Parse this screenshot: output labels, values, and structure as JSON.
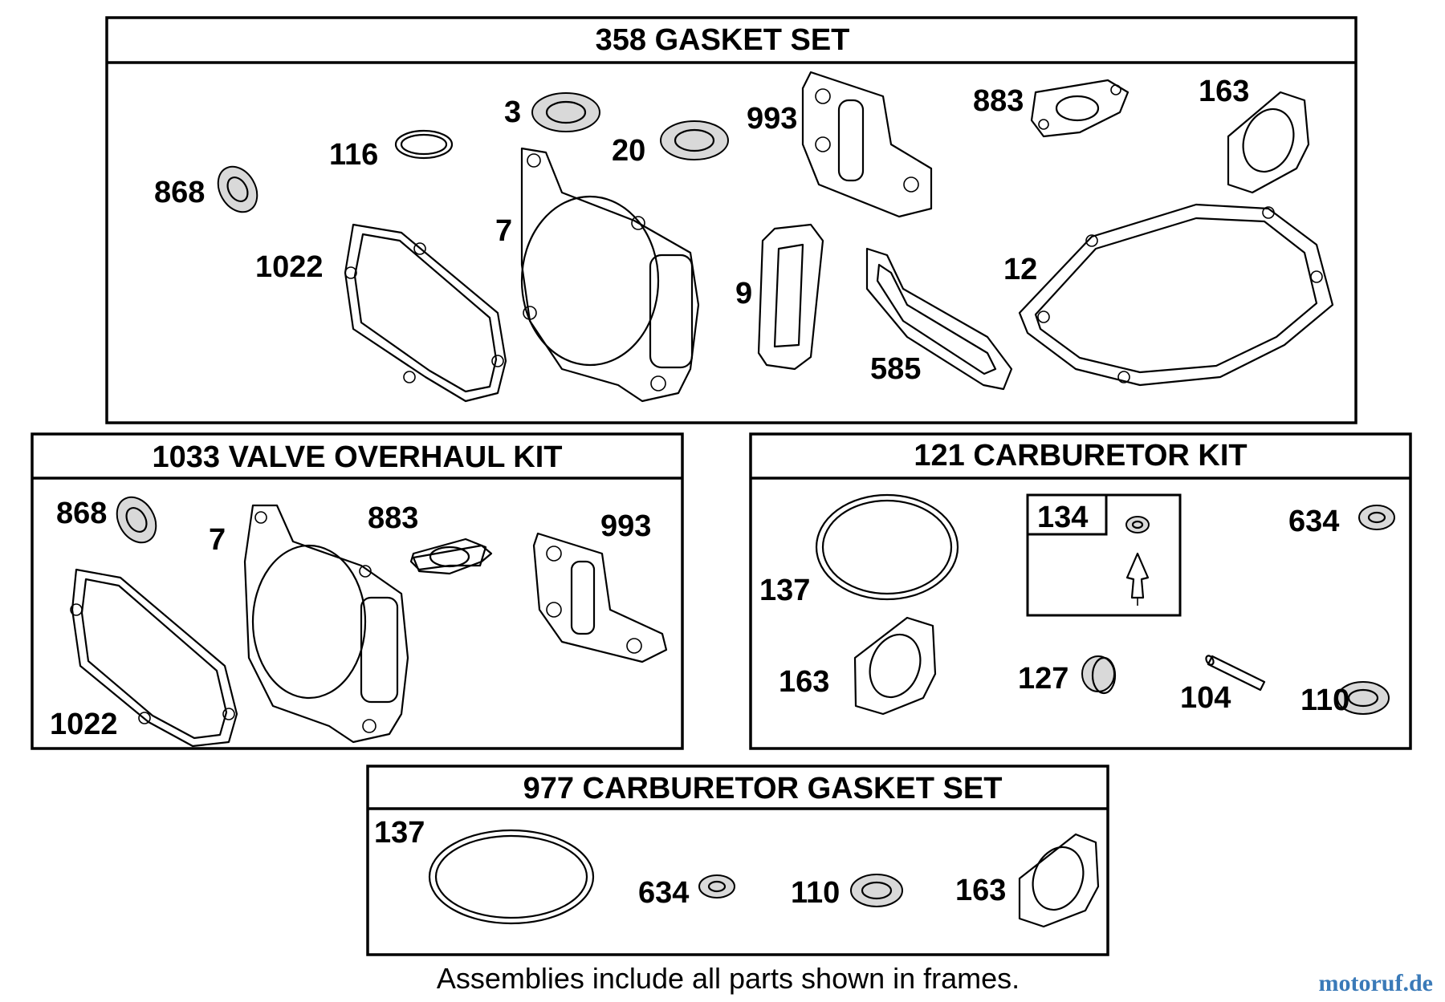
{
  "frames": {
    "gasket_set": {
      "title": "358 GASKET SET",
      "labels": {
        "p3": "3",
        "p116": "116",
        "p20": "20",
        "p993": "993",
        "p883": "883",
        "p163": "163",
        "p868": "868",
        "p7": "7",
        "p1022": "1022",
        "p9": "9",
        "p12": "12",
        "p585": "585"
      }
    },
    "valve_kit": {
      "title": "1033 VALVE OVERHAUL KIT",
      "labels": {
        "p868": "868",
        "p7": "7",
        "p883": "883",
        "p993": "993",
        "p1022": "1022"
      }
    },
    "carb_kit": {
      "title": "121 CARBURETOR KIT",
      "labels": {
        "p137": "137",
        "p134": "134",
        "p634": "634",
        "p163": "163",
        "p127": "127",
        "p104": "104",
        "p110": "110"
      }
    },
    "carb_gasket": {
      "title": "977 CARBURETOR  GASKET SET",
      "labels": {
        "p137": "137",
        "p634": "634",
        "p110": "110",
        "p163": "163"
      }
    }
  },
  "footnote": "Assemblies include all parts shown in frames.",
  "watermark": "motoruf.de"
}
